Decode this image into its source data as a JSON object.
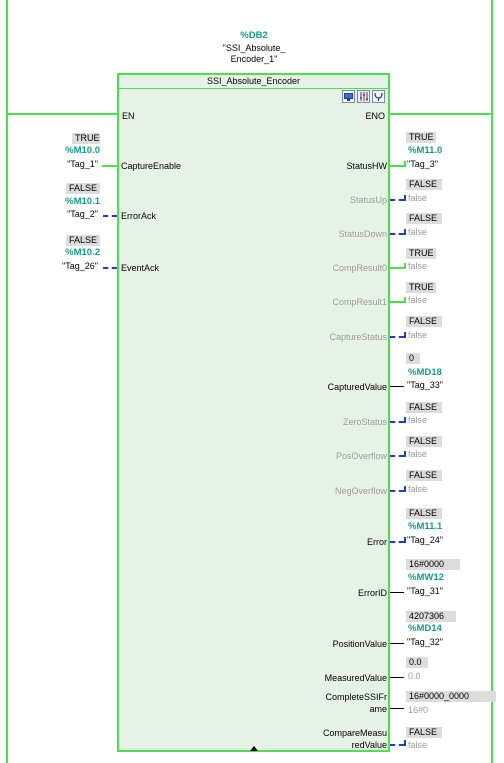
{
  "block": {
    "instance_db": "%DB2",
    "instance_name_line1": "\"SSI_Absolute_",
    "instance_name_line2": "Encoder_1\"",
    "type_name": "SSI_Absolute_Encoder",
    "en_label": "EN",
    "eno_label": "ENO"
  },
  "inputs": {
    "capture": {
      "value": "TRUE",
      "address": "%M10.0",
      "tag": "\"Tag_1\"",
      "pin": "CaptureEnable"
    },
    "erroracks": {
      "value": "FALSE",
      "address": "%M10.1",
      "tag": "\"Tag_2\"",
      "pin": "ErrorAck"
    },
    "event": {
      "value": "FALSE",
      "address": "%M10.2",
      "tag": "\"Tag_26\"",
      "pin": "EventAck"
    }
  },
  "outputs": {
    "statushw": {
      "value": "TRUE",
      "address": "%M11.0",
      "tag": "\"Tag_3\"",
      "pin": "StatusHW"
    },
    "statusup": {
      "value": "FALSE",
      "tag": "false",
      "pin": "StatusUp"
    },
    "statusdown": {
      "value": "FALSE",
      "tag": "false",
      "pin": "StatusDown"
    },
    "comp0": {
      "value": "TRUE",
      "tag": "false",
      "pin": "CompResult0"
    },
    "comp1": {
      "value": "TRUE",
      "tag": "false",
      "pin": "CompResult1"
    },
    "capstatus": {
      "value": "FALSE",
      "tag": "false",
      "pin": "CaptureStatus"
    },
    "captured": {
      "value": "0",
      "address": "%MD18",
      "tag": "\"Tag_33\"",
      "pin": "CapturedValue"
    },
    "zero": {
      "value": "FALSE",
      "tag": "false",
      "pin": "ZeroStatus"
    },
    "posof": {
      "value": "FALSE",
      "tag": "false",
      "pin": "PosOverflow"
    },
    "negof": {
      "value": "FALSE",
      "tag": "false",
      "pin": "NegOverflow"
    },
    "error": {
      "value": "FALSE",
      "address": "%M11.1",
      "tag": "\"Tag_24\"",
      "pin": "Error"
    },
    "errorid": {
      "value": "16#0000",
      "address": "%MW12",
      "tag": "\"Tag_31\"",
      "pin": "ErrorID"
    },
    "position": {
      "value": "4207306",
      "address": "%MD14",
      "tag": "\"Tag_32\"",
      "pin": "PositionValue"
    },
    "measured": {
      "value": "0.0",
      "tag": "0.0",
      "pin": "MeasuredValue"
    },
    "frame": {
      "value": "16#0000_0000",
      "tag": "16#0",
      "pin_line1": "CompleteSSIFr",
      "pin_line2": "ame"
    },
    "compare": {
      "value": "FALSE",
      "tag": "false",
      "pin_line1": "CompareMeasu",
      "pin_line2": "redValue"
    }
  },
  "icons": [
    "monitor-icon",
    "settings-icon",
    "diagnostics-icon",
    "expand-arrow-icon"
  ],
  "colors": {
    "rail": "#4ce04c",
    "address": "#149c8c",
    "dashed_wire": "#1f3fbf",
    "block_bg": "#e7f2e7"
  }
}
